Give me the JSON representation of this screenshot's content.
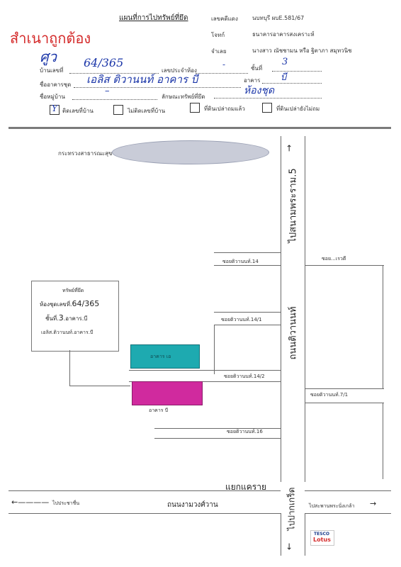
{
  "stamp": "สำเนาถูกต้อง",
  "handwritten_initial": "ศูว",
  "header": {
    "title": "แผนที่การไปทรัพย์ที่ยึด",
    "case_label": "เลขคดีแดง",
    "case_value": "นบทบุรี ผบE.581/67",
    "plaintiff_label": "โจทก์",
    "plaintiff_value": "ธนาคารอาคารสงเคราะห์",
    "defendant_label": "จำเลย",
    "defendant_value": "นางสาว ณัชชามน หรือ ฐิตาภา สมุทวนิช"
  },
  "form": {
    "house_no_label": "บ้านเลขที่",
    "house_no_value": "64/365",
    "room_label": "เลขประจำห้อง",
    "room_value": "-",
    "floor_label": "ชั้นที่",
    "floor_value": "3",
    "condo_name_label": "ชื่ออาคารชุด",
    "condo_name_value": "เอลิส ติวานนท์ อาคาร บี",
    "building_label": "อาคาร",
    "building_value": "บี",
    "village_label": "ชื่อหมู่บ้าน",
    "village_value": "–",
    "property_type_label": "ลักษณะทรัพย์ที่ยึด",
    "property_type_value": "ห้องชุด",
    "checkboxes": [
      {
        "label": "ติดเลขที่บ้าน",
        "checked": true,
        "mark": "Y"
      },
      {
        "label": "ไม่ติดเลขที่บ้าน",
        "checked": false,
        "mark": ""
      },
      {
        "label": "ที่ดินเปล่าถมแล้ว",
        "checked": false,
        "mark": ""
      },
      {
        "label": "ที่ดินเปล่ายังไม่ถม",
        "checked": false,
        "mark": ""
      }
    ]
  },
  "map": {
    "ministry": "กระทรวงสาธารณะสุข",
    "road_vertical_top": "ไปสนามพระราม.5",
    "road_vertical_bottom": "ไปปากเกร็ด",
    "tiwanon_road": "ถนนติวานนท์",
    "soi_14": "ซอยติวานนท์.14",
    "soi_14_1": "ซอยติวานนท์.14/1",
    "soi_14_2": "ซอยติวานนท์.14/2",
    "soi_16": "ซอยติวานนท์.16",
    "soi_7_1": "ซอยติวานนท์.7/1",
    "soi_rewadee": "ซอย...เรวดี",
    "building_a": "อาคาร เอ",
    "building_b": "อาคาร บี",
    "info_box": {
      "title": "ทรัพย์ที่ยึด",
      "line1_prefix": "ห้องชุดเลขที่.",
      "line1_value": "64/365",
      "line2_prefix": "ชั้นที่.",
      "line2_value": "3",
      "line2_suffix": ".อาคาร.บี",
      "line3": "เอลิส.ติวานนท์.อาคาร.บี"
    },
    "intersection": "แยกแคราย",
    "ngamwongwan_road": "ถนนงามวงศ์วาน",
    "to_prachachuen": "ไปประชาชื่น",
    "to_phranangklao": "ไปสะพานพระนั่งเกล้า",
    "tesco_top": "TESCO",
    "tesco_bottom": "Lotus",
    "colors": {
      "building_a": "#1eaab0",
      "building_b": "#d02a9e",
      "ministry_oval": "#c9ccd8",
      "stamp": "#d42a2a",
      "handwriting": "#1a35a8"
    }
  }
}
